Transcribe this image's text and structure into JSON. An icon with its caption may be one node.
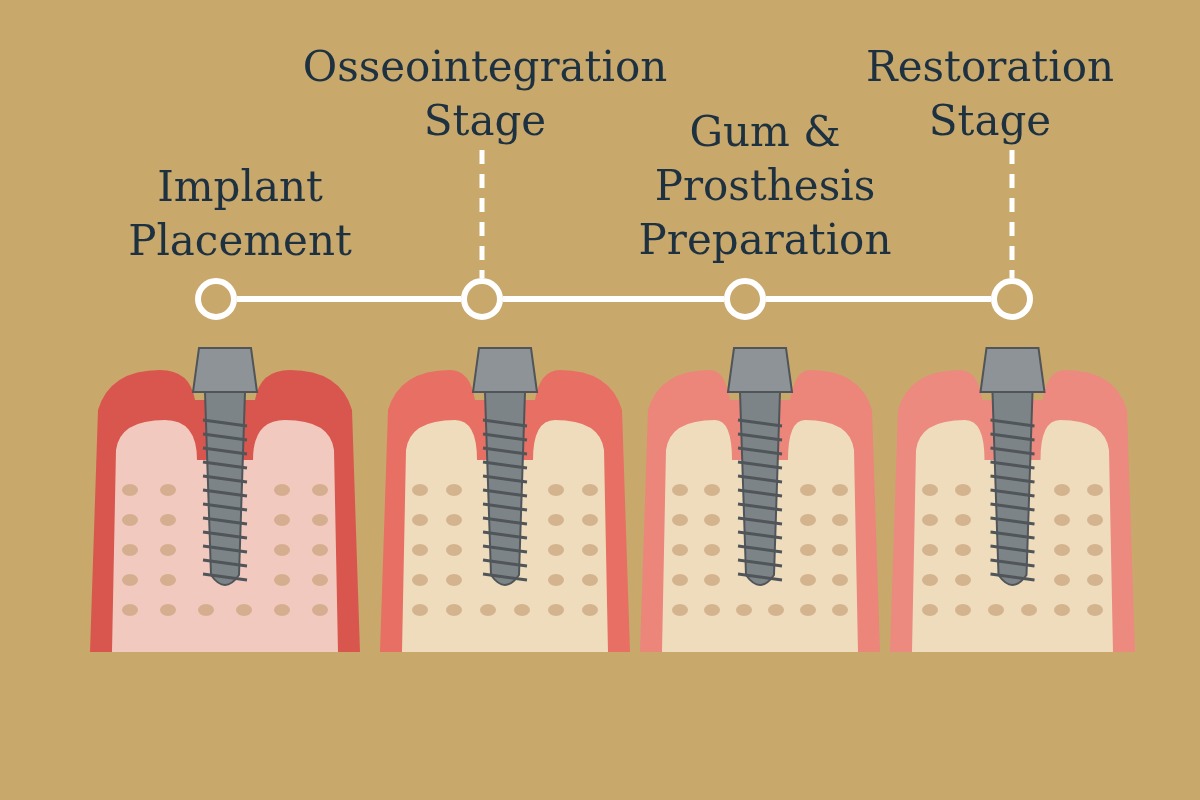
{
  "diagram": {
    "nodes": [
      {
        "text": [],
        "shape": "circle",
        "beside": [
          "Implant Placement"
        ]
      },
      {
        "text": [
          "Osseointegration Stage"
        ]
      },
      {
        "text": [],
        "shape": "circle"
      },
      {
        "text": [],
        "shape": "circle",
        "beside": [
          "Gum & Prosthesis Preparation"
        ]
      },
      {
        "text": [
          "Restoration Stage"
        ]
      },
      {
        "text": [],
        "shape": "circle"
      }
    ],
    "edges": [
      {
        "from": 0,
        "to": 2,
        "arrow": "none"
      },
      {
        "from": 2,
        "to": 3,
        "arrow": "none"
      },
      {
        "from": 3,
        "to": 5,
        "arrow": "none"
      },
      {
        "from": 1,
        "to": 2,
        "arrow": "none",
        "style": "dashed"
      },
      {
        "from": 4,
        "to": 5,
        "arrow": "none",
        "style": "dashed"
      }
    ]
  }
}
